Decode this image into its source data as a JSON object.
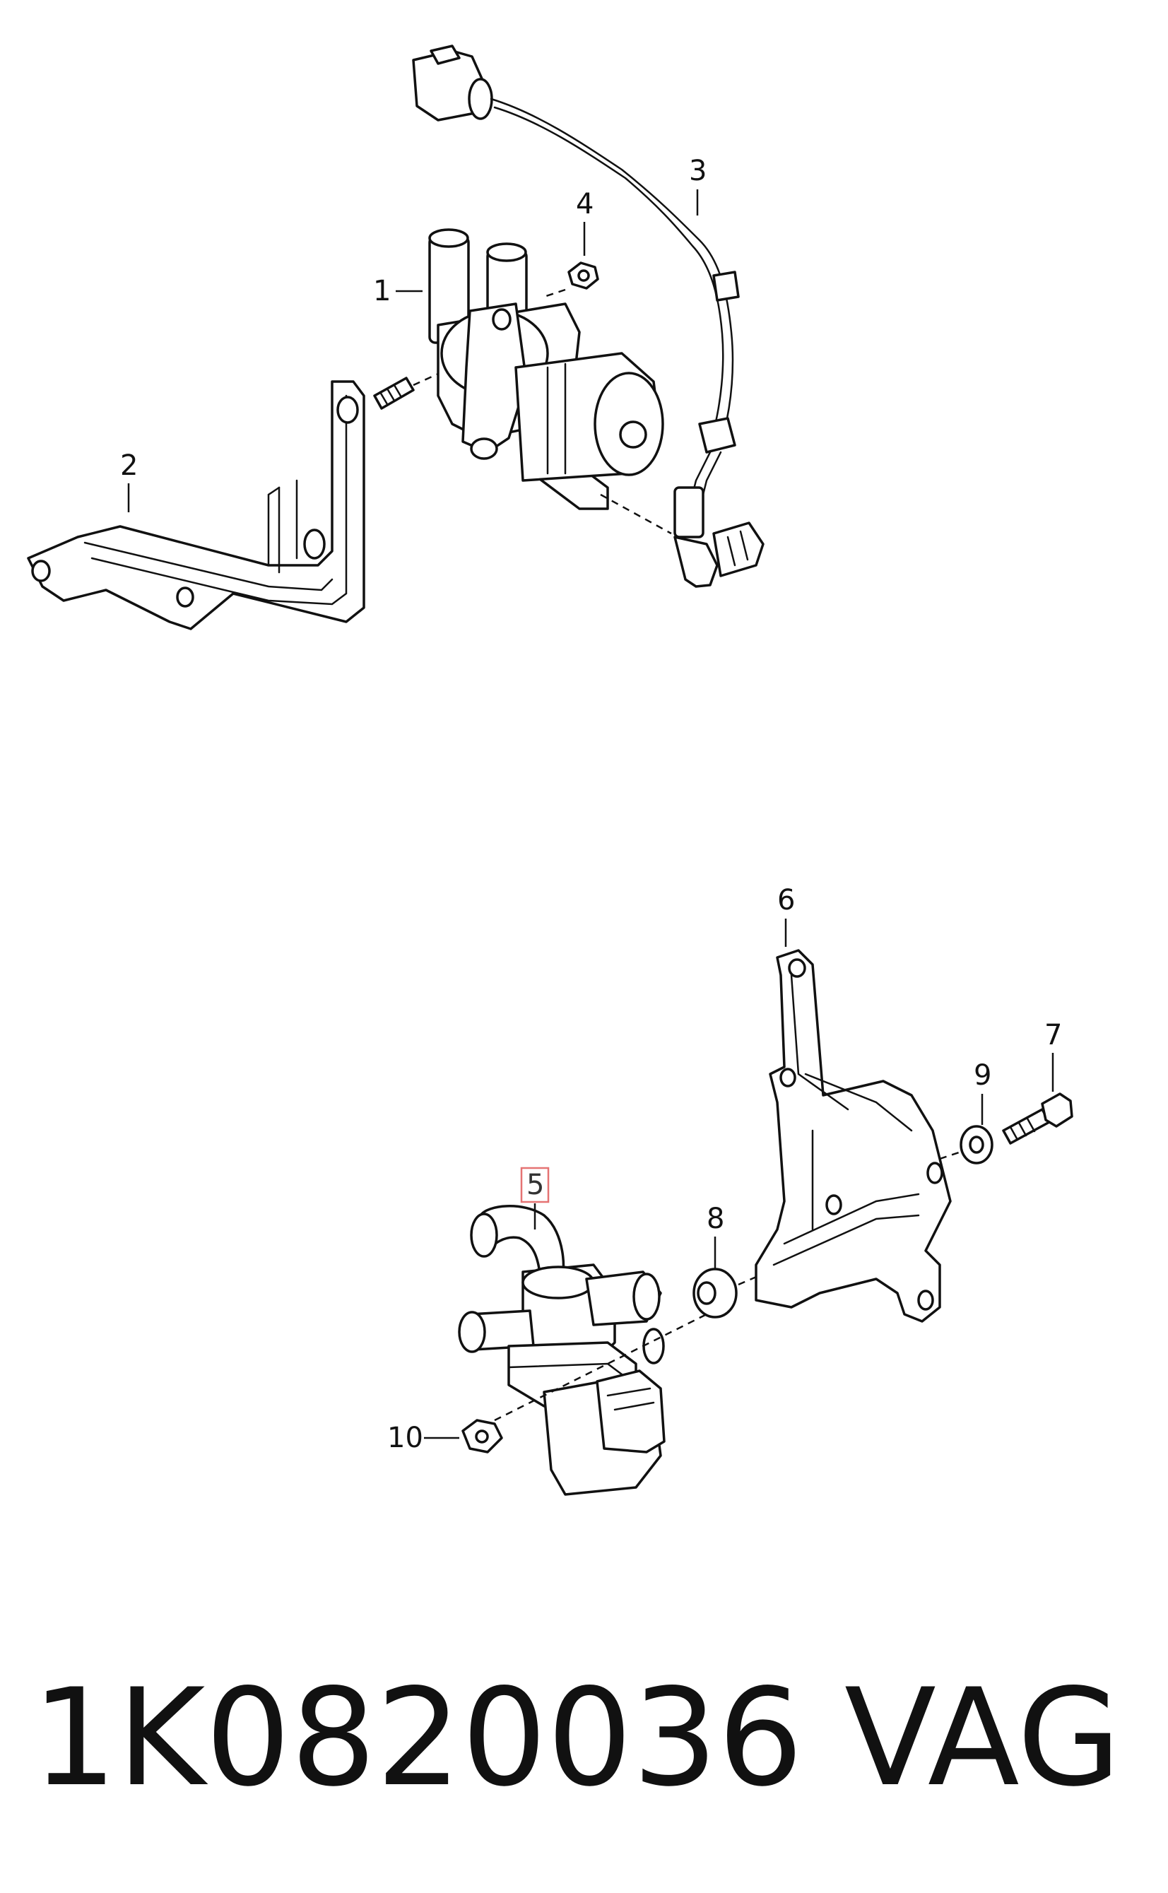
{
  "callouts_top": [
    "1",
    "2",
    "3",
    "4"
  ],
  "callouts_bottom": [
    "5",
    "6",
    "7",
    "8",
    "9",
    "10"
  ],
  "highlighted_callout": "5",
  "highlight_color": "#e57373",
  "footer": {
    "part_number": "1K0820036",
    "brand": "VAG"
  }
}
